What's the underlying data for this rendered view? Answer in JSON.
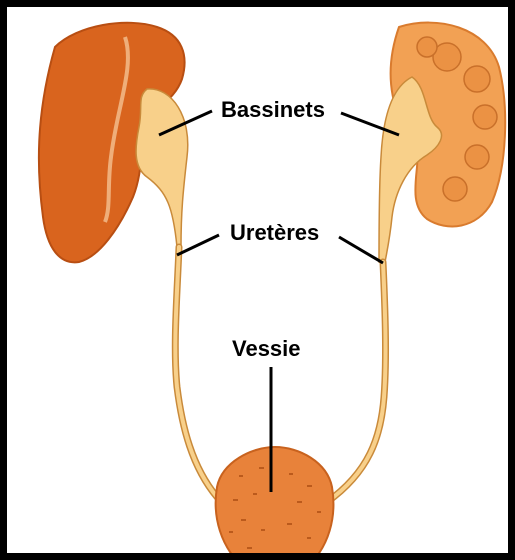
{
  "labels": {
    "bassinets": "Bassinets",
    "ureteres": "Uretères",
    "vessie": "Vessie"
  },
  "colors": {
    "kidney_left": "#d9641e",
    "kidney_left_dark": "#b84e12",
    "kidney_right": "#f2a154",
    "kidney_right_dark": "#d97b2e",
    "pelvis_fill": "#f8d08a",
    "pelvis_edge": "#c98a3a",
    "bladder": "#e8823a",
    "pointer": "#000000",
    "border": "#000000",
    "background": "#ffffff"
  }
}
